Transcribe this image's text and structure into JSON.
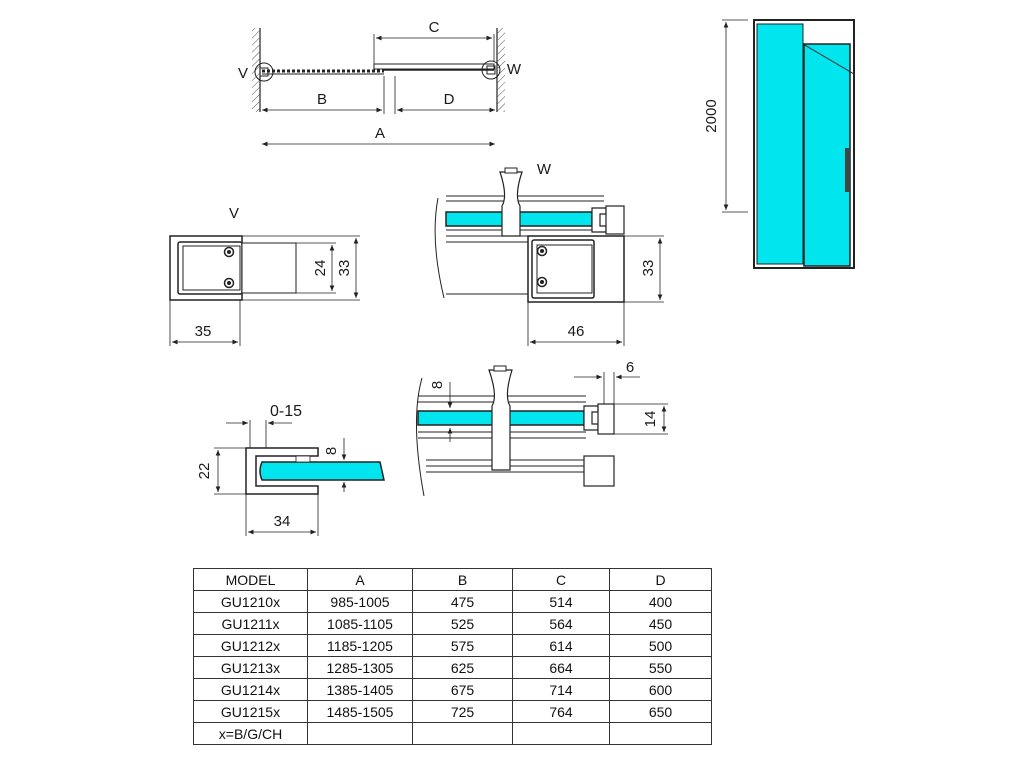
{
  "colors": {
    "glass": "#00e5ee",
    "line": "#222222",
    "accent": "#000000"
  },
  "plan": {
    "label_c": "C",
    "label_v": "V",
    "label_w": "W",
    "label_b": "B",
    "label_d": "D",
    "label_a": "A"
  },
  "elevation": {
    "height": "2000"
  },
  "detail_v": {
    "title": "V",
    "h_inner": "24",
    "h_outer": "33",
    "width": "35"
  },
  "detail_w": {
    "title": "W",
    "height": "33",
    "width": "46"
  },
  "detail_bottom_left": {
    "gap": "0-15",
    "glass": "8",
    "height": "22",
    "width": "34"
  },
  "detail_bottom_right": {
    "glass": "8",
    "offset": "6",
    "height": "14"
  },
  "table": {
    "headers": [
      "MODEL",
      "A",
      "B",
      "C",
      "D"
    ],
    "rows": [
      [
        "GU1210x",
        "985-1005",
        "475",
        "514",
        "400"
      ],
      [
        "GU1211x",
        "1085-1105",
        "525",
        "564",
        "450"
      ],
      [
        "GU1212x",
        "1185-1205",
        "575",
        "614",
        "500"
      ],
      [
        "GU1213x",
        "1285-1305",
        "625",
        "664",
        "550"
      ],
      [
        "GU1214x",
        "1385-1405",
        "675",
        "714",
        "600"
      ],
      [
        "GU1215x",
        "1485-1505",
        "725",
        "764",
        "650"
      ]
    ],
    "footer": "x=B/G/CH"
  }
}
